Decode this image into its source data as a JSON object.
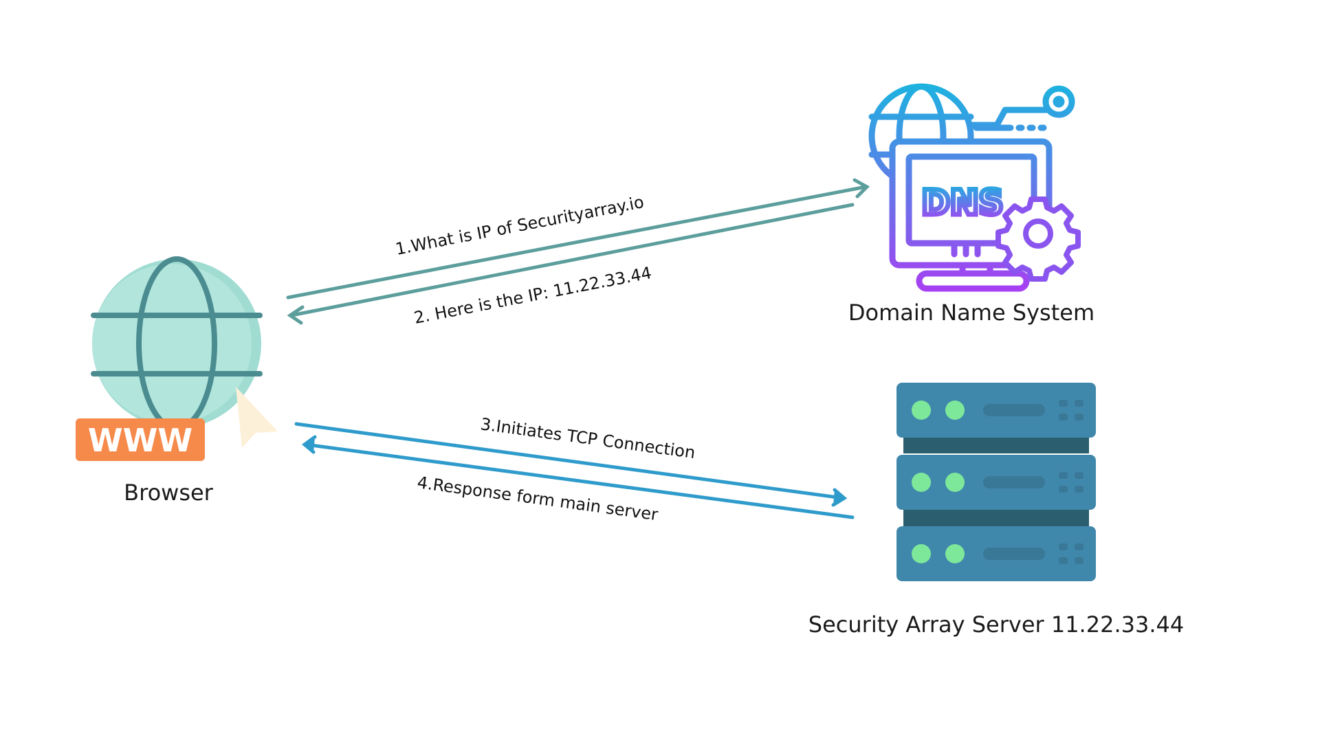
{
  "nodes": {
    "browser": {
      "label": "Browser",
      "badge": "WWW"
    },
    "dns": {
      "label": "Domain Name System",
      "screen_text": "DNS"
    },
    "server": {
      "label": "Security Array Server 11.22.33.44"
    }
  },
  "arrows": [
    {
      "label": "1.What is IP of Securityarray.io",
      "from": "browser",
      "to": "dns"
    },
    {
      "label": "2. Here is the IP: 11.22.33.44",
      "from": "dns",
      "to": "browser"
    },
    {
      "label": "3.Initiates TCP Connection",
      "from": "browser",
      "to": "server"
    },
    {
      "label": "4.Response form main server",
      "from": "server",
      "to": "browser"
    }
  ],
  "colors": {
    "dns_arrows": "#5c9e9c",
    "server_arrows": "#2e9bcb",
    "globe_fill": "#b2e5dc",
    "globe_lines": "#4b8c90",
    "www_badge": "#f58a4b",
    "server_body": "#4088ab",
    "server_gap": "#2b5e6e",
    "server_led": "#7ee89a",
    "dns_gradient_top": "#1cb3df",
    "dns_gradient_bottom": "#a640f2"
  },
  "icons": [
    "globe-icon",
    "cursor-icon",
    "dns-monitor-icon",
    "gear-icon",
    "server-rack-icon"
  ]
}
